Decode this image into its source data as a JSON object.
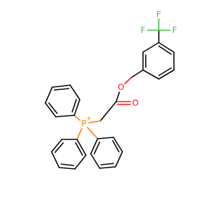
{
  "structure": {
    "atoms": [
      {
        "id": "F1",
        "label": "F",
        "color": "#33cc33"
      },
      {
        "id": "F2",
        "label": "F",
        "color": "#33cc33"
      },
      {
        "id": "F3",
        "label": "F",
        "color": "#33cc33"
      },
      {
        "id": "O1",
        "label": "O",
        "color": "#ff0d0d"
      },
      {
        "id": "O2",
        "label": "O",
        "color": "#ff0d0d"
      },
      {
        "id": "P1",
        "label": "P",
        "charge": "+",
        "color": "#ff8000"
      }
    ]
  }
}
